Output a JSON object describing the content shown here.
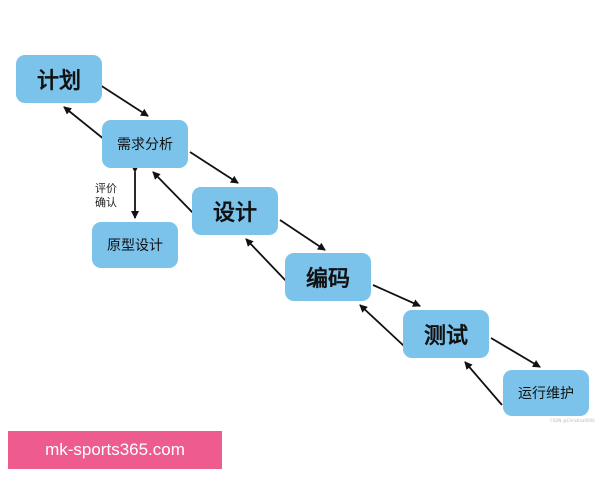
{
  "diagram": {
    "nodes": {
      "plan": "计划",
      "requirements": "需求分析",
      "prototype": "原型设计",
      "design": "设计",
      "coding": "编码",
      "testing": "测试",
      "operations": "运行维护"
    },
    "side_label_line1": "评价",
    "side_label_line2": "确认",
    "watermark": "CSDN @Christina0000"
  },
  "banner": {
    "text": "mk-sports365.com"
  }
}
